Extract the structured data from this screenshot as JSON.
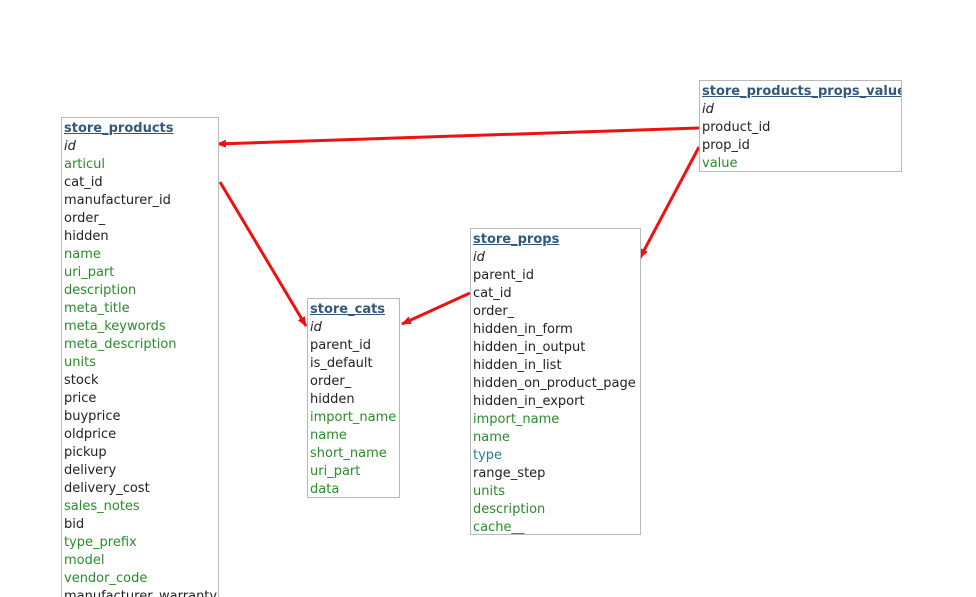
{
  "colors": {
    "title": "#34587a",
    "plain": "#222222",
    "text": "#2d8a2d",
    "type": "#2a7f8a",
    "arrow": "#ee1111",
    "border": "#b9b9b9"
  },
  "tables": [
    {
      "id": "store_products",
      "title": "store_products",
      "fields": [
        {
          "name": "id",
          "kind": "pk"
        },
        {
          "name": "articul",
          "kind": "text"
        },
        {
          "name": "cat_id",
          "kind": "plain"
        },
        {
          "name": "manufacturer_id",
          "kind": "plain"
        },
        {
          "name": "order_",
          "kind": "plain"
        },
        {
          "name": "hidden",
          "kind": "plain"
        },
        {
          "name": "name",
          "kind": "text"
        },
        {
          "name": "uri_part",
          "kind": "text"
        },
        {
          "name": "description",
          "kind": "text"
        },
        {
          "name": "meta_title",
          "kind": "text"
        },
        {
          "name": "meta_keywords",
          "kind": "text"
        },
        {
          "name": "meta_description",
          "kind": "text"
        },
        {
          "name": "units",
          "kind": "text"
        },
        {
          "name": "stock",
          "kind": "plain"
        },
        {
          "name": "price",
          "kind": "plain"
        },
        {
          "name": "buyprice",
          "kind": "plain"
        },
        {
          "name": "oldprice",
          "kind": "plain"
        },
        {
          "name": "pickup",
          "kind": "plain"
        },
        {
          "name": "delivery",
          "kind": "plain"
        },
        {
          "name": "delivery_cost",
          "kind": "plain"
        },
        {
          "name": "sales_notes",
          "kind": "text"
        },
        {
          "name": "bid",
          "kind": "plain"
        },
        {
          "name": "type_prefix",
          "kind": "text"
        },
        {
          "name": "model",
          "kind": "text"
        },
        {
          "name": "vendor_code",
          "kind": "text"
        },
        {
          "name": "manufacturer_warranty",
          "kind": "plain"
        }
      ]
    },
    {
      "id": "store_cats",
      "title": "store_cats",
      "fields": [
        {
          "name": "id",
          "kind": "pk"
        },
        {
          "name": "parent_id",
          "kind": "plain"
        },
        {
          "name": "is_default",
          "kind": "plain"
        },
        {
          "name": "order_",
          "kind": "plain"
        },
        {
          "name": "hidden",
          "kind": "plain"
        },
        {
          "name": "import_name",
          "kind": "text"
        },
        {
          "name": "name",
          "kind": "text"
        },
        {
          "name": "short_name",
          "kind": "text"
        },
        {
          "name": "uri_part",
          "kind": "text"
        },
        {
          "name": "data",
          "kind": "text"
        }
      ]
    },
    {
      "id": "store_props",
      "title": "store_props",
      "fields": [
        {
          "name": "id",
          "kind": "pk"
        },
        {
          "name": "parent_id",
          "kind": "plain"
        },
        {
          "name": "cat_id",
          "kind": "plain"
        },
        {
          "name": "order_",
          "kind": "plain"
        },
        {
          "name": "hidden_in_form",
          "kind": "plain"
        },
        {
          "name": "hidden_in_output",
          "kind": "plain"
        },
        {
          "name": "hidden_in_list",
          "kind": "plain"
        },
        {
          "name": "hidden_on_product_page",
          "kind": "plain"
        },
        {
          "name": "hidden_in_export",
          "kind": "plain"
        },
        {
          "name": "import_name",
          "kind": "text"
        },
        {
          "name": "name",
          "kind": "text"
        },
        {
          "name": "type",
          "kind": "type"
        },
        {
          "name": "range_step",
          "kind": "plain"
        },
        {
          "name": "units",
          "kind": "text"
        },
        {
          "name": "description",
          "kind": "text"
        },
        {
          "name": "cache__",
          "kind": "text"
        }
      ]
    },
    {
      "id": "store_products_props_values",
      "title": "store_products_props_values",
      "fields": [
        {
          "name": "id",
          "kind": "pk"
        },
        {
          "name": "product_id",
          "kind": "plain"
        },
        {
          "name": "prop_id",
          "kind": "plain"
        },
        {
          "name": "value",
          "kind": "text"
        }
      ]
    }
  ],
  "relations": [
    {
      "from_table": "store_products_props_values",
      "from_field": "product_id",
      "to_table": "store_products",
      "to_field": "id"
    },
    {
      "from_table": "store_products_props_values",
      "from_field": "prop_id",
      "to_table": "store_props",
      "to_field": "id"
    },
    {
      "from_table": "store_products",
      "from_field": "cat_id",
      "to_table": "store_cats",
      "to_field": "id"
    },
    {
      "from_table": "store_props",
      "from_field": "cat_id",
      "to_table": "store_cats",
      "to_field": "id"
    }
  ]
}
